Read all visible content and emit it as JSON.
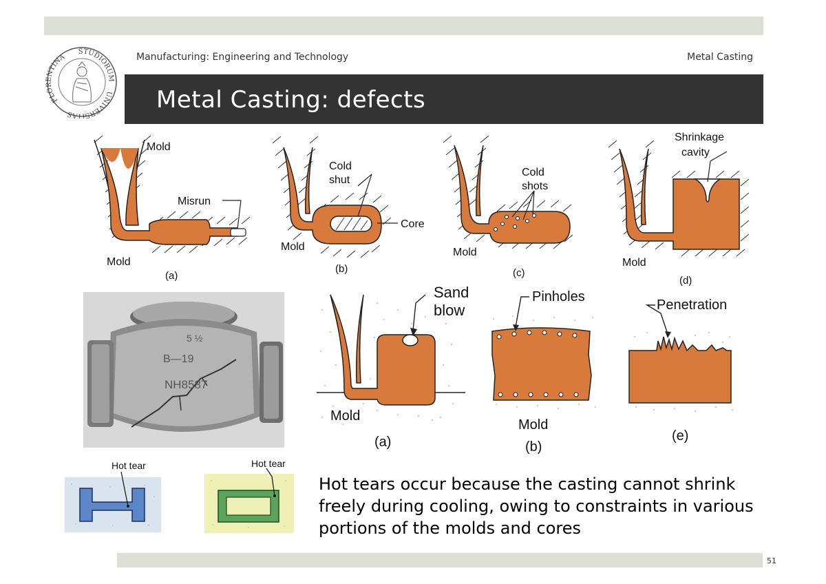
{
  "header": {
    "course": "Manufacturing: Engineering and Technology",
    "section": "Metal Casting",
    "title": "Metal Casting: defects",
    "page_number": "51"
  },
  "logo": {
    "arc_text_left": "FLORENTINA",
    "arc_text_right": "STUDIORUM",
    "arc_text_bottom": "UNIVERSITAS"
  },
  "colors": {
    "band": "#dcdfd4",
    "title_bg": "#333333",
    "metal": "#d87a3c",
    "hot_tear_blue": "#5b86c8",
    "hot_tear_green": "#5ea35c"
  },
  "figures": {
    "a": {
      "mold_top": "Mold",
      "mold_bottom": "Mold",
      "defect": "Misrun",
      "caption": "(a)"
    },
    "b": {
      "defect_line1": "Cold",
      "defect_line2": "shut",
      "core": "Core",
      "mold": "Mold",
      "caption": "(b)"
    },
    "c": {
      "defect_line1": "Cold",
      "defect_line2": "shots",
      "mold": "Mold",
      "caption": "(c)"
    },
    "d": {
      "defect_line1": "Shrinkage",
      "defect_line2": "cavity",
      "mold": "Mold",
      "caption": "(d)"
    },
    "e": {
      "defect_line1": "Sand",
      "defect_line2": "blow",
      "mold": "Mold",
      "caption": "(a)"
    },
    "f": {
      "defect": "Pinholes",
      "mold": "Mold",
      "caption": "(b)"
    },
    "g": {
      "defect": "Penetration",
      "caption": "(e)"
    },
    "photo": {
      "marking1": "5 ½",
      "marking2": "B—19",
      "marking3": "NH8587"
    },
    "hot_tear_1": {
      "label": "Hot tear"
    },
    "hot_tear_2": {
      "label": "Hot tear"
    }
  },
  "caption": {
    "text": "Hot tears occur because the casting cannot shrink freely during cooling, owing to constraints in various portions of the molds and cores"
  }
}
